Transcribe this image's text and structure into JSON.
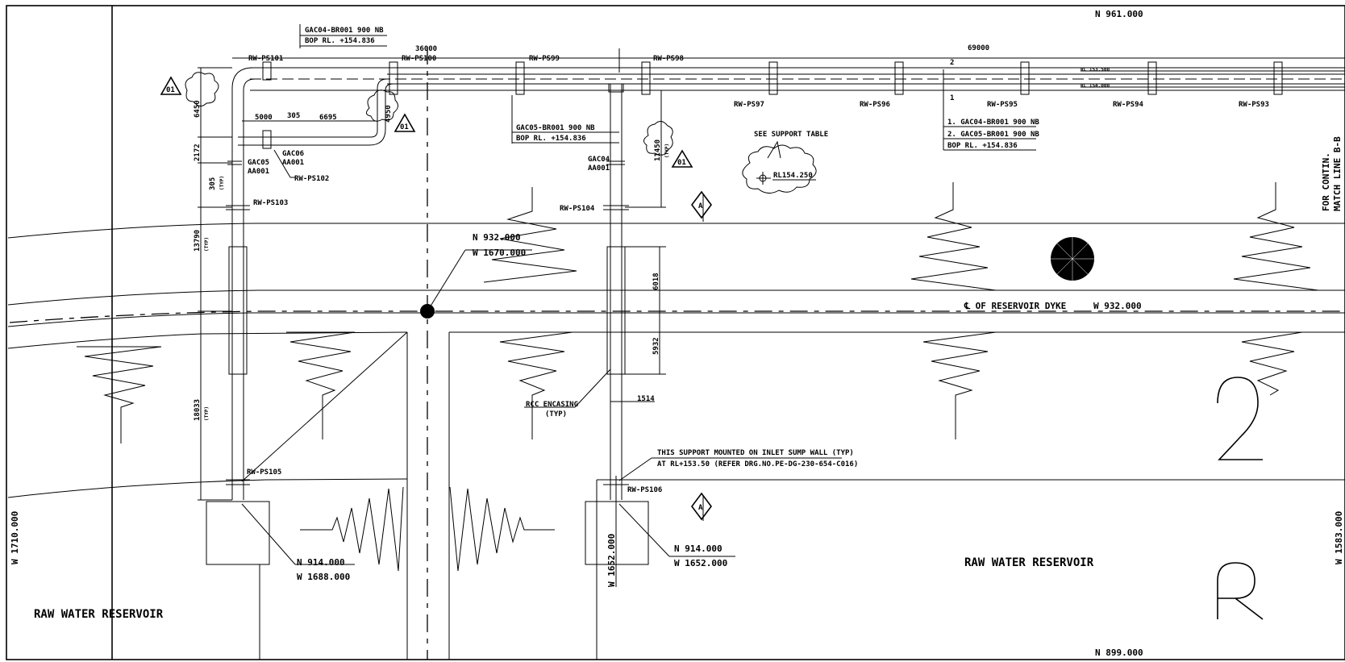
{
  "coords": {
    "n_top": "N 961.000",
    "n_bottom": "N 899.000",
    "w_left": "W 1710.000",
    "w_right": "W 1583.000",
    "n_center": "N  932.000",
    "w_center": "W 1670.000",
    "w_dyke": "W 932.000",
    "n_left_sump": "N  914.000",
    "w_left_sump": "W 1688.000",
    "n_right_sump": "N  914.000",
    "w_right_sump": "W 1652.000",
    "w_right_sump_vertical": "W 1652.000"
  },
  "labels": {
    "raw_water_left": "RAW WATER RESERVOIR",
    "raw_water_right": "RAW WATER RESERVOIR",
    "dyke": "℄ OF RESERVOIR DYKE",
    "match_line_1": "FOR CONTIN.",
    "match_line_2": "MATCH LINE B-B",
    "see_support": "SEE SUPPORT TABLE",
    "rl_cloud": "RL154.250",
    "rcc": "RCC ENCASING",
    "rcc_typ": "(TYP)",
    "support_note_1": "THIS SUPPORT MOUNTED ON INLET SUMP WALL (TYP)",
    "support_note_2": "AT RL+153.50 (REFER DRG.NO.PE-DG-230-654-C016)",
    "pipe_top_1": "GAC04-BR001  900 NB",
    "pipe_top_2": "BOP RL. +154.836",
    "pipe_mid_1": "GAC05-BR001  900 NB",
    "pipe_mid_2": "BOP RL. +154.836",
    "pipe_right_1": "1. GAC04-BR001  900 NB",
    "pipe_right_2": "2. GAC05-BR001  900 NB",
    "pipe_right_3": "BOP RL. +154.836",
    "gac05_a": "GAC05",
    "gac05_b": "AA001",
    "gac06_a": "GAC06",
    "gac06_b": "AA001",
    "gac04_a": "GAC04",
    "gac04_b": "AA001",
    "n1": "1",
    "n2": "2",
    "rl_small_1": "RL 153.500",
    "rl_small_2": "RL 154.000",
    "rev": "01",
    "section": "A"
  },
  "supports": {
    "ps101": "RW-PS101",
    "ps100": "RW-PS100",
    "ps99": "RW-PS99",
    "ps98": "RW-PS98",
    "ps97": "RW-PS97",
    "ps96": "RW-PS96",
    "ps95": "RW-PS95",
    "ps94": "RW-PS94",
    "ps93": "RW-PS93",
    "ps102": "RW-PS102",
    "ps103": "RW-PS103",
    "ps104": "RW-PS104",
    "ps105": "RW-PS105",
    "ps106": "RW-PS106"
  },
  "dims": {
    "d36000": "36000",
    "d69000": "69000",
    "d5000": "5000",
    "d305a": "305",
    "d6695": "6695",
    "d6450": "6450",
    "d4950": "4950",
    "d2172": "2172",
    "d305b": "305",
    "typ": "(TYP)",
    "d13790": "13790",
    "d18033": "18033",
    "d11450": "11450",
    "d6018": "6018",
    "d5932": "5932",
    "d1514": "1514"
  }
}
